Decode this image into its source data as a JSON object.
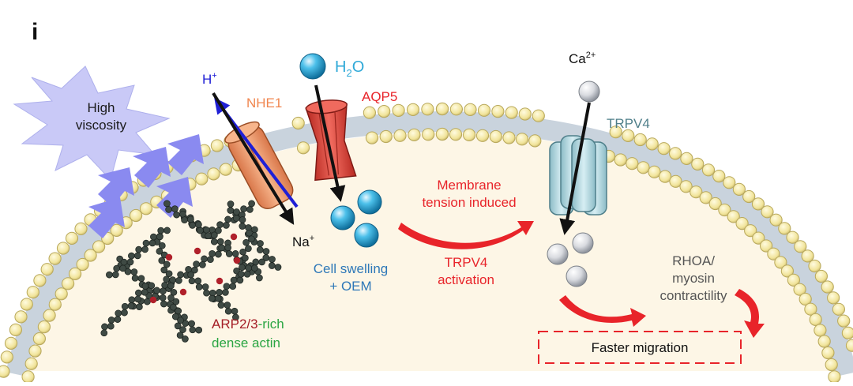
{
  "panel_label": "i",
  "stimulus": {
    "line1": "High",
    "line2": "viscosity"
  },
  "channels": {
    "nhe1": "NHE1",
    "aqp5": "AQP5",
    "trpv4": "TRPV4"
  },
  "ions": {
    "h_plus": "H",
    "h_plus_sup": "+",
    "na_plus": "Na",
    "na_plus_sup": "+",
    "water_h": "H",
    "water_sub": "2",
    "water_o": "O",
    "ca": "Ca",
    "ca_sup": "2+"
  },
  "annotations": {
    "membrane_tension_line1": "Membrane",
    "membrane_tension_line2": "tension induced",
    "trpv4_activation_line1": "TRPV4",
    "trpv4_activation_line2": "activation",
    "cell_swelling_line1": "Cell swelling",
    "cell_swelling_line2": "+ OEM",
    "rhoa_line1": "RHOA/",
    "rhoa_line2": "myosin",
    "rhoa_line3": "contractility",
    "arp_red": "ARP2/3",
    "arp_green": "-rich",
    "actin_line2": "dense actin",
    "outcome": "Faster migration"
  },
  "colors": {
    "membrane_head": "#f3e8a4",
    "membrane_head_stroke": "#b8a85c",
    "membrane_core": "#c9d3dd",
    "cytoplasm": "#fdf6e6",
    "nhe1": "#f2a274",
    "aqp5": "#e2463c",
    "trpv4": "#b6dbe4",
    "water": "#2fa9d8",
    "calcium": "#d8dadf",
    "red_text": "#e8242a",
    "blue_text": "#2e78b8",
    "green_text": "#2aa542",
    "dark_red_text": "#a41d25",
    "stimulus": "#c9c9f7",
    "push_arrow": "#8a8af0"
  }
}
